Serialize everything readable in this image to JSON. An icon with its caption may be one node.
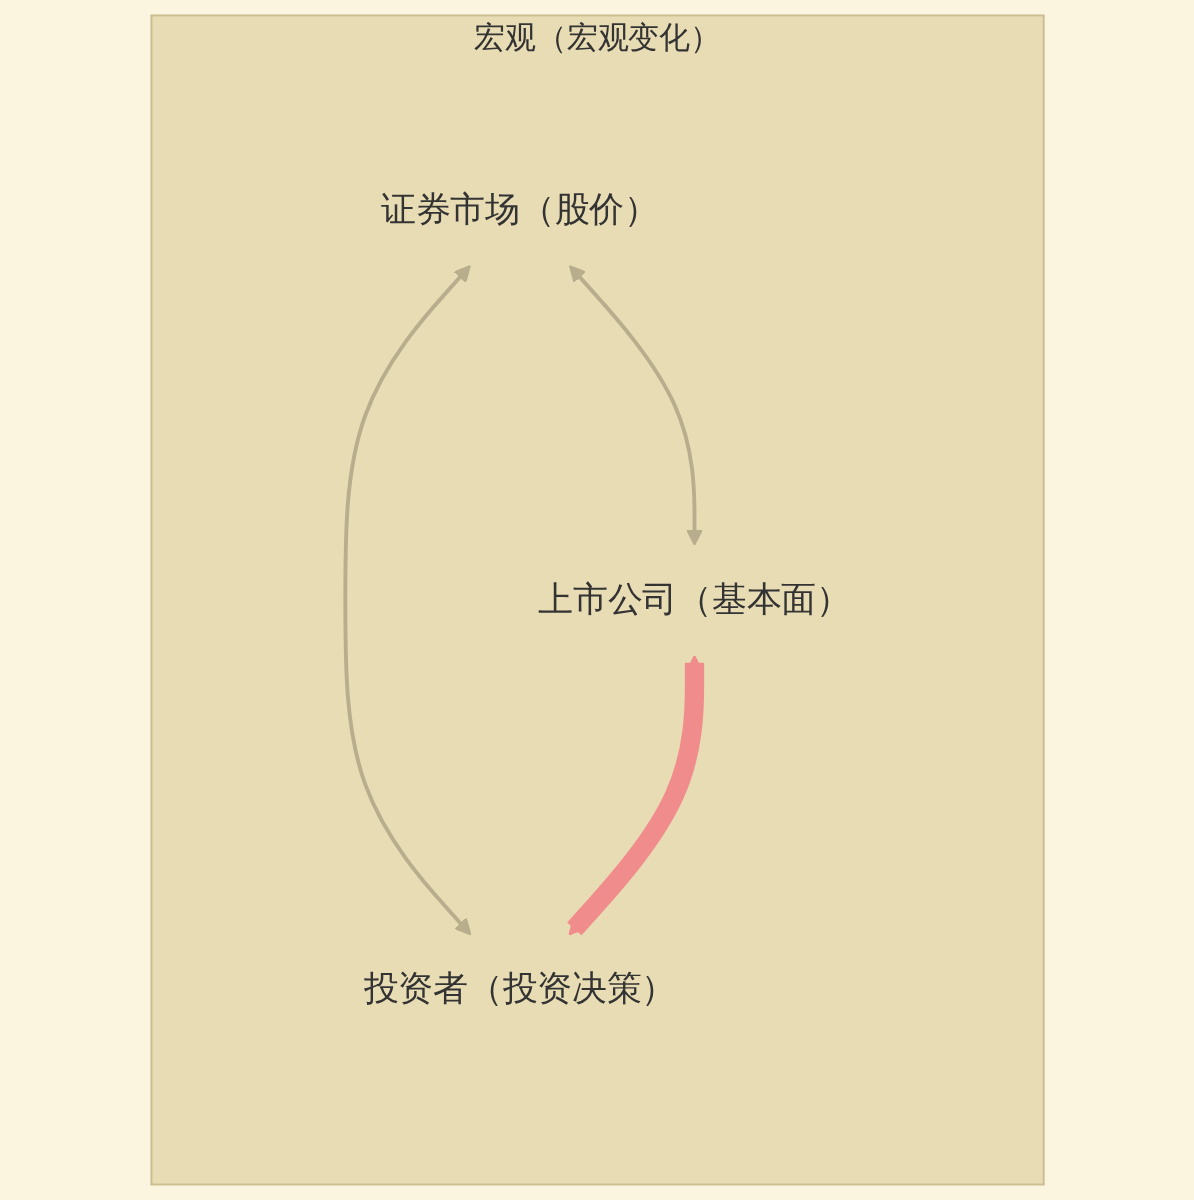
{
  "diagram": {
    "nodes": [
      {
        "text": [
          "宏观（宏观变化）"
        ]
      },
      {
        "text": [
          "证券市场（股价）"
        ],
        "in": 0
      },
      {
        "text": [
          "上市公司（基本面）"
        ],
        "in": 0
      },
      {
        "text": [
          "投资者（投资决策）"
        ],
        "in": 0
      }
    ],
    "edges": [
      {
        "from": 1,
        "to": 2,
        "arrow": "both"
      },
      {
        "from": 1,
        "to": 3,
        "arrow": "both"
      },
      {
        "from": 2,
        "to": 3,
        "arrow": "both",
        "style": "thick",
        "color": "#f08c8c"
      }
    ]
  }
}
